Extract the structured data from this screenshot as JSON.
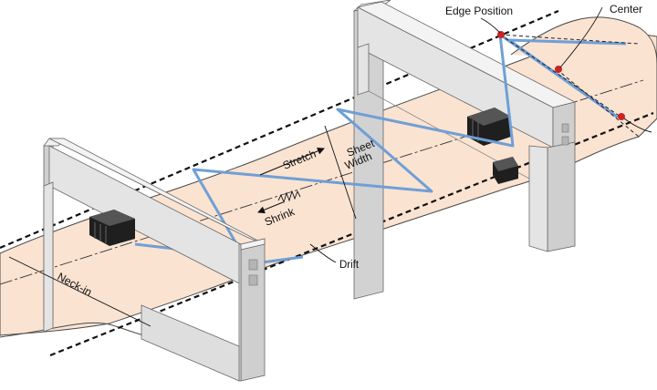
{
  "labels": {
    "edge_position": "Edge Position",
    "center": "Center",
    "stretch": "Stretch",
    "sheet": "Sheet",
    "width": "Width",
    "shrink": "Shrink",
    "drift": "Drift",
    "neck_in": "Neck-in"
  },
  "colors": {
    "sheet_fill": "#fbe3d2",
    "sheet_edge": "#3a3a3a",
    "scan_path": "#6f9fd6",
    "frame_front": "#e6e6e6",
    "frame_top": "#f2f2f2",
    "frame_side": "#bdbdbd",
    "sensor": "#2a2a2a",
    "marker": "#cc2222",
    "dashed_line": "#111111"
  },
  "icons": [
    "measurement-head-icon",
    "edge-marker-icon",
    "shrink-zigzag-icon"
  ]
}
